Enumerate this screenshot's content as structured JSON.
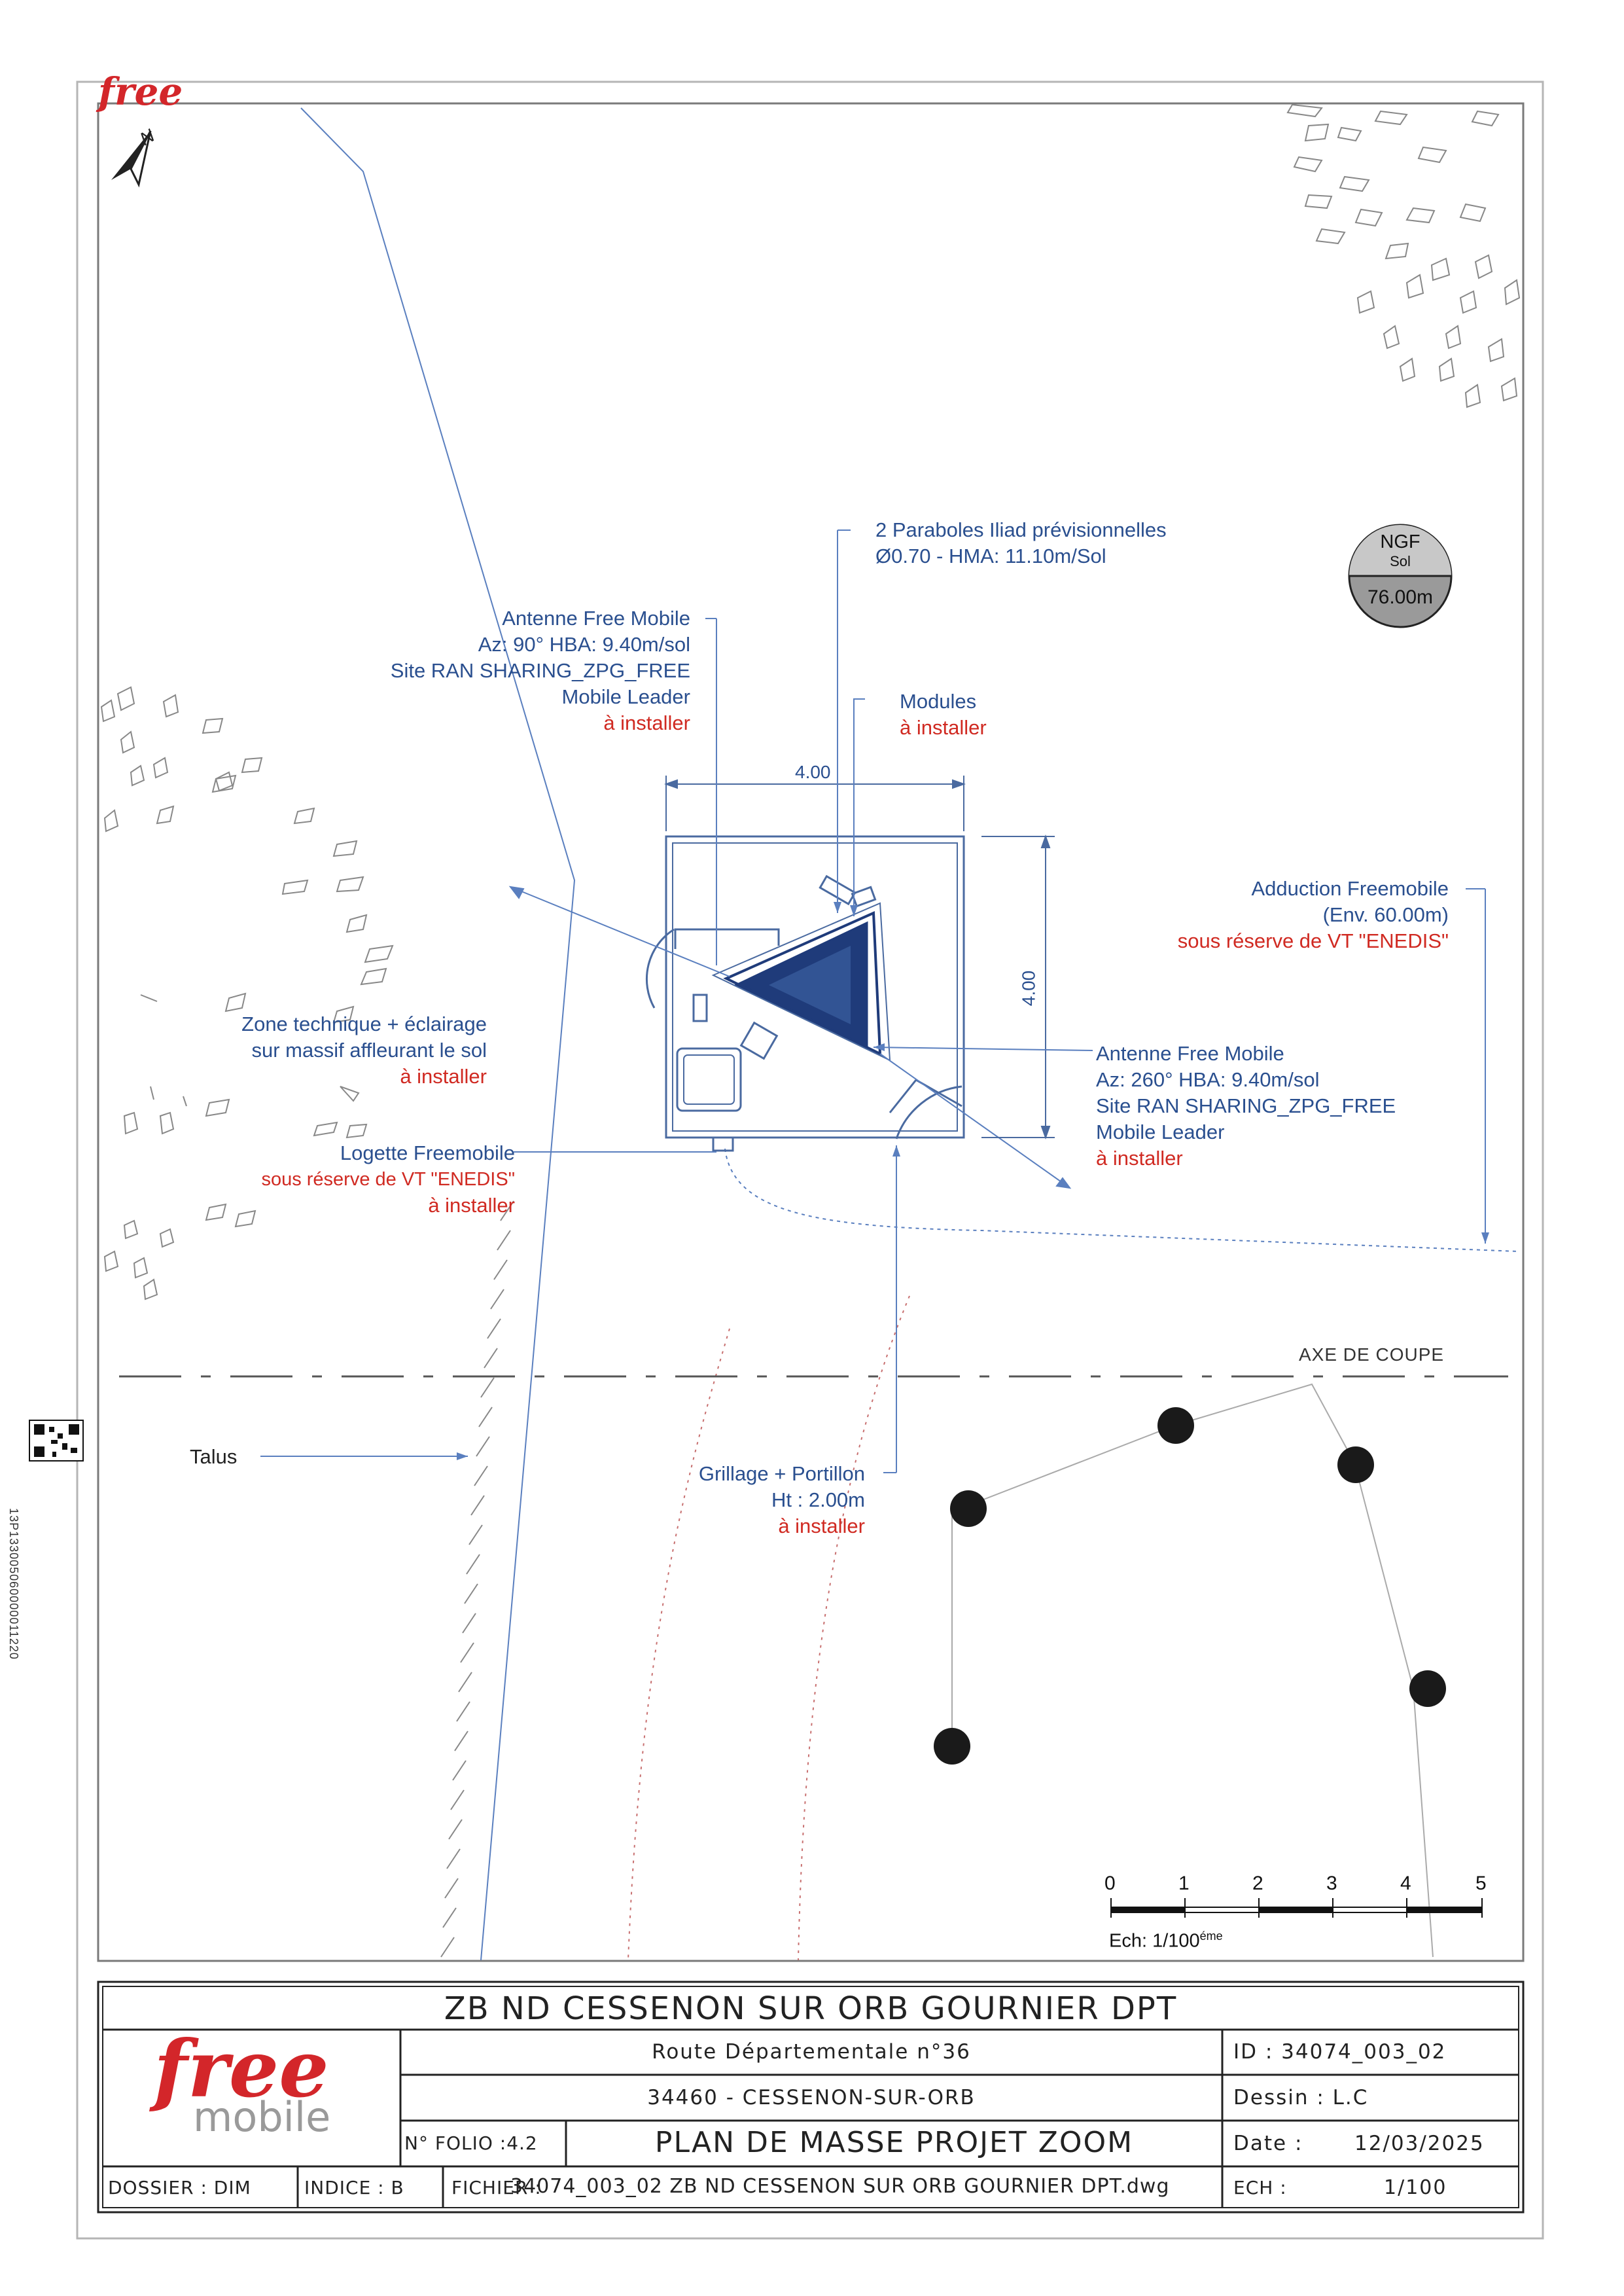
{
  "brand": {
    "logo_top": "free",
    "logo_free": "free",
    "logo_mobile": "mobile"
  },
  "north": {
    "label": "N"
  },
  "ngf": {
    "top": "NGF",
    "mid": "Sol",
    "value": "76.00m"
  },
  "labels": {
    "paraboles": {
      "line1": "2 Paraboles Iliad prévisionnelles",
      "line2": "Ø0.70 - HMA: 11.10m/Sol"
    },
    "antenne1": {
      "line1": "Antenne Free Mobile",
      "line2": "Az: 90° HBA: 9.40m/sol",
      "line3": "Site RAN SHARING_ZPG_FREE",
      "line4": "Mobile Leader",
      "line5": "à installer"
    },
    "modules": {
      "line1": "Modules",
      "line2": "à installer"
    },
    "adduction": {
      "line1": "Adduction Freemobile",
      "line2": "(Env. 60.00m)",
      "line3": "sous réserve de VT \"ENEDIS\""
    },
    "zone": {
      "line1": "Zone technique + éclairage",
      "line2": "sur massif affleurant le sol",
      "line3": "à installer"
    },
    "antenne2": {
      "line1": "Antenne Free Mobile",
      "line2": "Az: 260° HBA: 9.40m/sol",
      "line3": "Site RAN SHARING_ZPG_FREE",
      "line4": "Mobile Leader",
      "line5": "à installer"
    },
    "logette": {
      "line1": "Logette Freemobile",
      "line2": "sous réserve de VT \"ENEDIS\"",
      "line3": "à installer"
    },
    "axe": "AXE DE COUPE",
    "talus": "Talus",
    "grillage": {
      "line1": "Grillage + Portillon",
      "line2": "Ht : 2.00m",
      "line3": "à installer"
    },
    "dim_top": "4.00",
    "dim_right": "4.00"
  },
  "scale": {
    "ticks": [
      "0",
      "1",
      "2",
      "3",
      "4",
      "5"
    ],
    "label": "Ech: 1/100",
    "sup": "éme"
  },
  "side_code": "13P133005060000011220",
  "titleblock": {
    "title": "ZB ND CESSENON SUR ORB GOURNIER DPT",
    "route": "Route Départementale n°36",
    "city": "34460 - CESSENON-SUR-ORB",
    "folio": "N° FOLIO :4.2",
    "plan": "PLAN DE MASSE PROJET ZOOM",
    "id": "ID : 34074_003_02",
    "dessin": "Dessin : L.C",
    "date_label": "Date :",
    "date_value": "12/03/2025",
    "dossier": "DOSSIER : DIM",
    "indice": "INDICE : B",
    "fichier": "FICHIER :",
    "fichier_value": "34074_003_02 ZB ND CESSENON SUR ORB GOURNIER DPT.dwg",
    "ech_label": "ECH :",
    "ech_value": "1/100"
  },
  "colors": {
    "blue": "#2a4f8f",
    "red": "#d02a22",
    "line": "#5a7fbf",
    "brand": "#d3262a"
  }
}
